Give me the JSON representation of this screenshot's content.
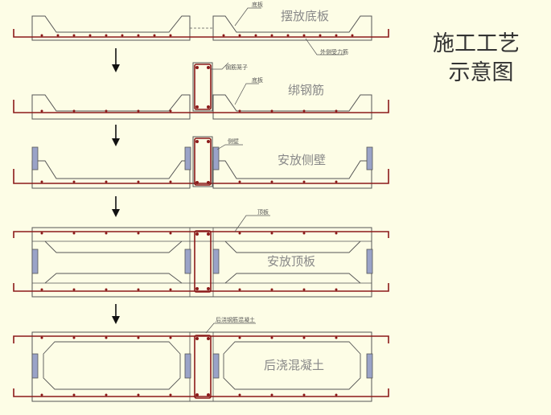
{
  "title_line1": "施工工艺",
  "title_line2": "示意图",
  "colors": {
    "background": "#fdfde6",
    "outline": "#555555",
    "rebar": "#8b1a1a",
    "side_wall": "#9aa3c8",
    "arrow": "#111111"
  },
  "stages": [
    {
      "label": "摆放底板",
      "callouts": [
        "底板",
        "外侧受力筋"
      ],
      "has_cage": false,
      "has_walls": false,
      "has_top": false,
      "has_joint": false
    },
    {
      "label": "绑钢筋",
      "callouts": [
        "钢筋笼子",
        "底板"
      ],
      "has_cage": true,
      "has_walls": false,
      "has_top": false,
      "has_joint": false
    },
    {
      "label": "安放侧壁",
      "callouts": [
        "侧壁"
      ],
      "has_cage": true,
      "has_walls": true,
      "has_top": false,
      "has_joint": false
    },
    {
      "label": "安放顶板",
      "callouts": [
        "顶板"
      ],
      "has_cage": true,
      "has_walls": true,
      "has_top": true,
      "has_joint": false
    },
    {
      "label": "后浇混凝土",
      "callouts": [
        "后浇钢筋混凝土"
      ],
      "has_cage": true,
      "has_walls": true,
      "has_top": true,
      "has_joint": true
    }
  ]
}
